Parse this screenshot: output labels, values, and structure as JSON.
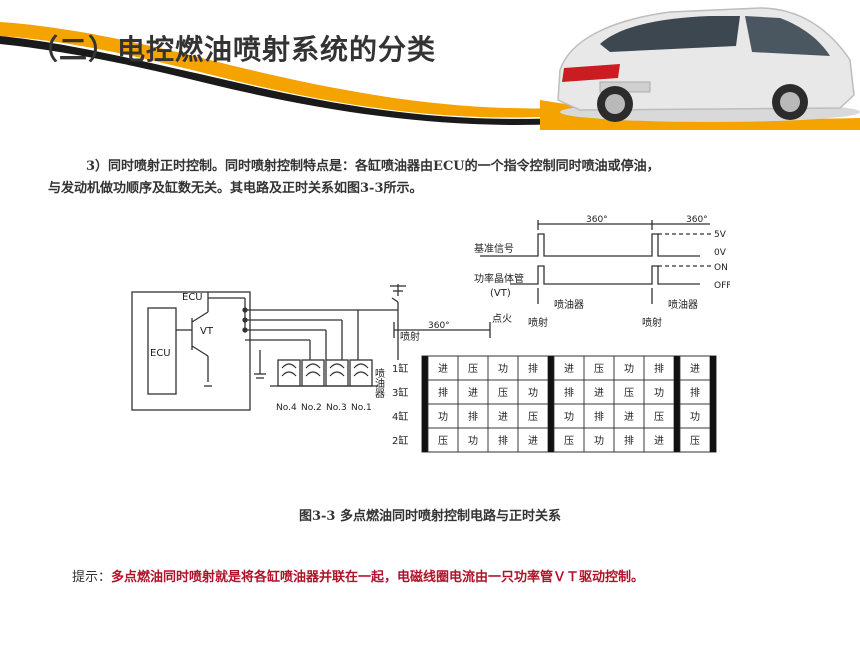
{
  "header": {
    "title": "（二）电控燃油喷射系统的分类"
  },
  "body": {
    "paragraph_line1": "3）同时喷射正时控制。同时喷射控制特点是：各缸喷油器由ECU的一个指令控制同时喷油或停油，",
    "paragraph_line2": "与发动机做功顺序及缸数无关。其电路及正时关系如图3-3所示。"
  },
  "figure": {
    "caption": "图3-3 多点燃油同时喷射控制电路与正时关系",
    "circuit": {
      "ecu_box_label": "ECU",
      "ecu_label": "ECU",
      "vt_label": "VT",
      "injector_labels": [
        "No.4",
        "No.2",
        "No.3",
        "No.1"
      ],
      "injector_vertical_label": "喷油器"
    },
    "timing": {
      "angle_label": "360°",
      "ref_signal_label": "基准信号",
      "power_tube_label": "功率晶体管",
      "vt_sub_label": "(VT)",
      "level_5v": "5V",
      "level_0v": "0V",
      "level_on": "ON",
      "level_off": "OFF",
      "injector_label": "喷油器",
      "injection_label": "喷射",
      "ignition_label": "点火",
      "cylinder_labels": [
        "1缸",
        "3缸",
        "4缸",
        "2缸"
      ],
      "strokes": [
        [
          "进",
          "压",
          "功",
          "排",
          "进",
          "压",
          "功",
          "排",
          "进"
        ],
        [
          "排",
          "进",
          "压",
          "功",
          "排",
          "进",
          "压",
          "功",
          "排"
        ],
        [
          "功",
          "排",
          "进",
          "压",
          "功",
          "排",
          "进",
          "压",
          "功"
        ],
        [
          "压",
          "功",
          "排",
          "进",
          "压",
          "功",
          "排",
          "进",
          "压"
        ]
      ]
    }
  },
  "hint": {
    "label": "提示：",
    "text": "多点燃油同时喷射就是将各缸喷油器并联在一起，电磁线圈电流由一只功率管ＶＴ驱动控制。"
  },
  "colors": {
    "accent_orange": "#f4a300",
    "hint_red": "#b0122a"
  }
}
